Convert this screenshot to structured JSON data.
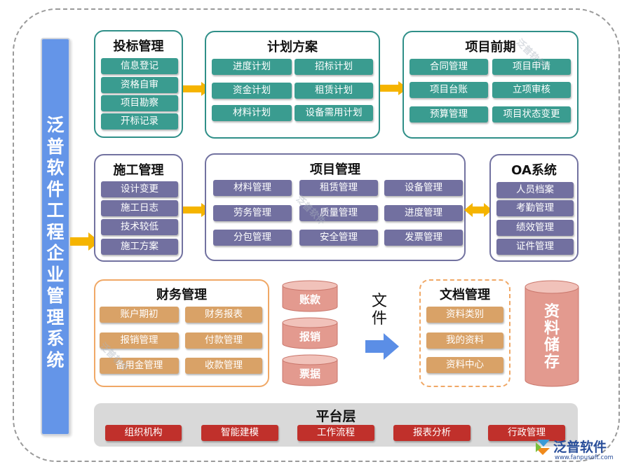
{
  "colors": {
    "teal": "#3a9c90",
    "purple": "#7270a0",
    "orange": "#d9a267",
    "red": "#c0302b",
    "blue": "#6495e8",
    "arrow_gold": "#f5b400",
    "arrow_blue": "#5b8ee6",
    "cylinder": "#e39a8f"
  },
  "sidebar": {
    "title": "泛普软件工程企业管理系统"
  },
  "bidding": {
    "title": "投标管理",
    "items": [
      "信息登记",
      "资格自审",
      "项目勘察",
      "开标记录"
    ]
  },
  "plan": {
    "title": "计划方案",
    "items": [
      "进度计划",
      "招标计划",
      "资金计划",
      "租赁计划",
      "材料计划",
      "设备需用计划"
    ]
  },
  "preproject": {
    "title": "项目前期",
    "items": [
      "合同管理",
      "项目申请",
      "项目台账",
      "立项审核",
      "预算管理",
      "项目状态变更"
    ]
  },
  "construction": {
    "title": "施工管理",
    "items": [
      "设计变更",
      "施工日志",
      "技术较低",
      "施工方案"
    ]
  },
  "project": {
    "title": "项目管理",
    "items": [
      "材料管理",
      "租赁管理",
      "设备管理",
      "劳务管理",
      "质量管理",
      "进度管理",
      "分包管理",
      "安全管理",
      "发票管理"
    ]
  },
  "oa": {
    "title": "OA系统",
    "items": [
      "人员档案",
      "考勤管理",
      "绩效管理",
      "证件管理"
    ]
  },
  "finance": {
    "title": "财务管理",
    "items": [
      "账户期初",
      "财务报表",
      "报销管理",
      "付款管理",
      "备用金管理",
      "收款管理"
    ]
  },
  "records": [
    "账款",
    "报销",
    "票据"
  ],
  "file_label": "文件",
  "docs": {
    "title": "文档管理",
    "items": [
      "资料类别",
      "我的资料",
      "资料中心"
    ]
  },
  "storage": {
    "label": "资料储存"
  },
  "platform": {
    "title": "平台层",
    "items": [
      "组织机构",
      "智能建模",
      "工作流程",
      "报表分析",
      "行政管理"
    ]
  },
  "logo": {
    "name": "泛普软件",
    "url": "www.fanpusoft.com"
  },
  "watermark": "泛普软件"
}
